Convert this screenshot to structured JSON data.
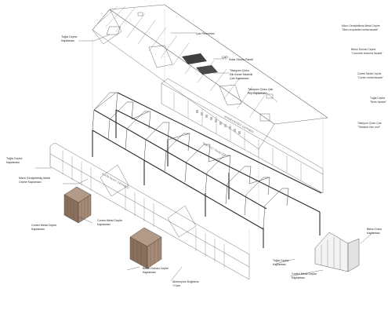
{
  "labels_left": [
    {
      "id": "brick1",
      "lines": [
        "Tuğla Cephe",
        "Kaplaması"
      ]
    },
    {
      "id": "roof_cover",
      "lines": [
        "Çatı Penceresi"
      ]
    },
    {
      "id": "roof",
      "lines": [
        "ÇATI"
      ]
    },
    {
      "id": "solar",
      "lines": [
        "Solar Güneş Paneli"
      ]
    },
    {
      "id": "tit_roof",
      "lines": [
        "Titanyum Çinko",
        "Dik Kenet Sistemli",
        "Çatı Kaplaması"
      ]
    },
    {
      "id": "tit_wall",
      "lines": [
        "Titanyum Çinko Çatı",
        "Fıçı Kaplaması"
      ]
    },
    {
      "id": "brick2",
      "lines": [
        "Tuğla Cephe",
        "Kaplaması"
      ]
    },
    {
      "id": "micro",
      "lines": [
        "Micro Genişletilmiş Metal",
        "Cephe Kaplaması"
      ]
    },
    {
      "id": "corten1",
      "lines": [
        "Corten Metal Cephe",
        "Kaplaması"
      ]
    },
    {
      "id": "corten2",
      "lines": [
        "Corten Metal Cephe",
        "Kaplaması"
      ]
    },
    {
      "id": "concrete1",
      "lines": [
        "Beton Dokulu Cephe",
        "Kaplaması"
      ]
    },
    {
      "id": "alu",
      "lines": [
        "Alüminyum Doğrama",
        "+Cam"
      ]
    },
    {
      "id": "brick3",
      "lines": [
        "Tuğla Cephe",
        "Kaplaması"
      ]
    },
    {
      "id": "corten3",
      "lines": [
        "Corten Metal Cephe",
        "Kaplaması"
      ]
    },
    {
      "id": "concrete2",
      "lines": [
        "Beton Doku",
        "Kaplaması"
      ]
    }
  ],
  "labels_right": [
    {
      "lines": [
        "Micro Genişletilmiş Metal Cephe",
        "\"Micro expanded metal facade\""
      ]
    },
    {
      "lines": [
        "Beton Dokulu Cephe",
        "\"Concrete textured facade\""
      ]
    },
    {
      "lines": [
        "Corten Metal Cephe",
        "\"Corten metal facade\""
      ]
    },
    {
      "lines": [
        "Tuğla Cephe",
        "\"Brick facade\""
      ]
    },
    {
      "lines": [
        "Titanyum Çinko Çatı",
        "\"Titanium zinc roof\""
      ]
    }
  ],
  "axis_labels": {
    "north": "GÜNEYDOĞU CEPHESİ",
    "middle": "TAŞIYICI İSKELET",
    "south": "KUZEYBATI CEPHESİ"
  }
}
